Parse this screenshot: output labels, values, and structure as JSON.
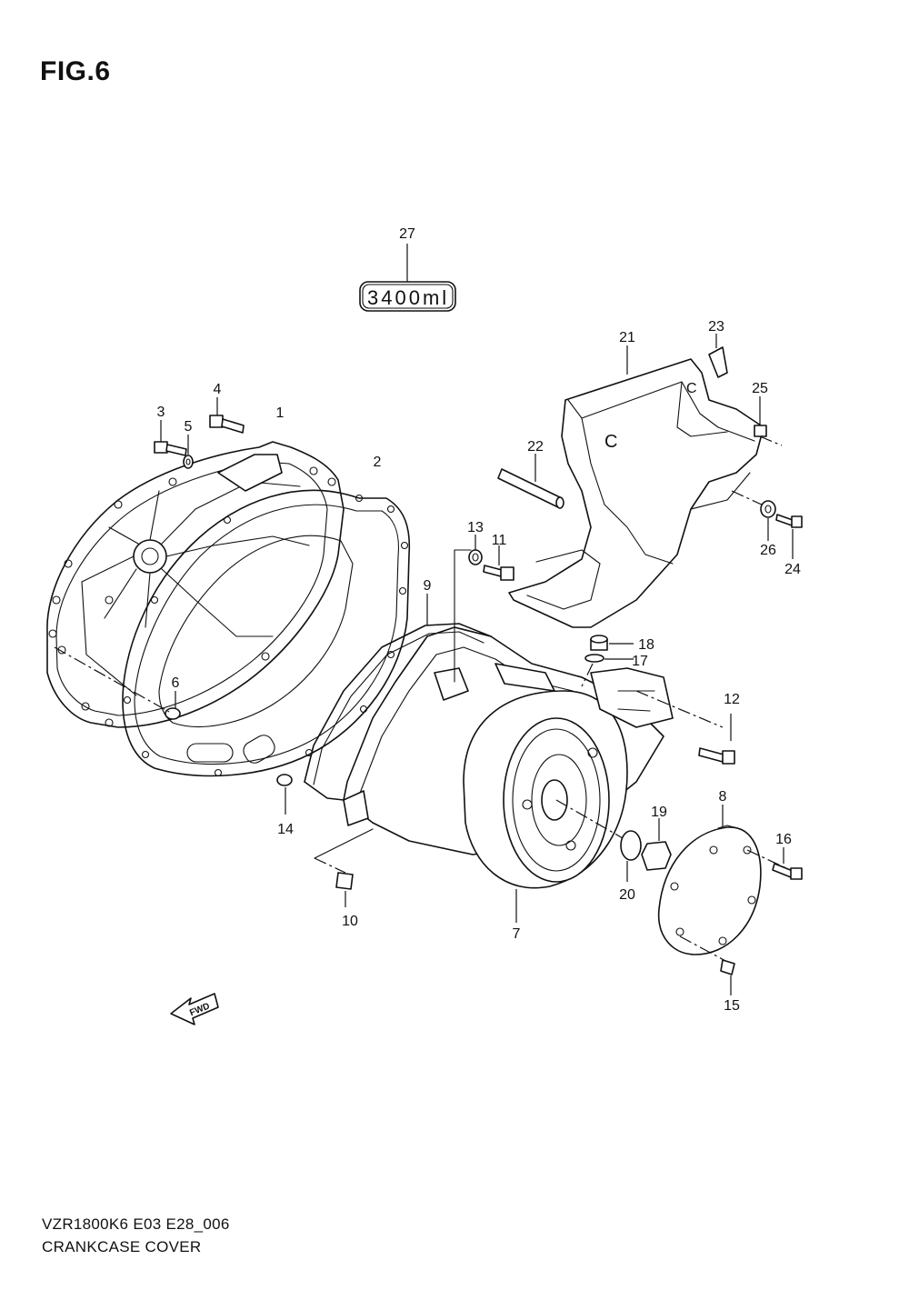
{
  "figure": {
    "title": "FIG.6",
    "model_code": "VZR1800K6 E03 E28_006",
    "section_name": "CRANKCASE COVER"
  },
  "quantity_box": {
    "ref": "27",
    "text": "3400ml"
  },
  "fwd_arrow": {
    "text": "FWD",
    "icon": "fwd-arrow-icon"
  },
  "callouts": [
    "1",
    "2",
    "3",
    "4",
    "5",
    "6",
    "7",
    "8",
    "9",
    "10",
    "11",
    "12",
    "13",
    "14",
    "15",
    "16",
    "17",
    "18",
    "19",
    "20",
    "21",
    "22",
    "23",
    "24",
    "25",
    "26",
    "27"
  ]
}
